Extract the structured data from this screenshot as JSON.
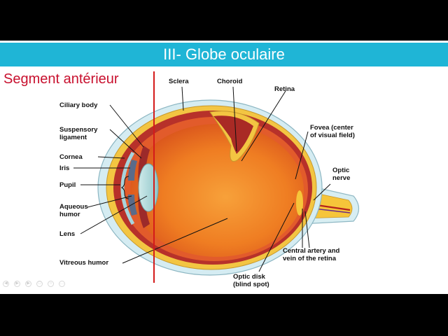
{
  "slide": {
    "title": "III- Globe oculaire",
    "section_label": "Segment antérieur"
  },
  "labels": {
    "ciliary_body": "Ciliary body",
    "suspensory_1": "Suspensory",
    "suspensory_2": "ligament",
    "cornea": "Cornea",
    "iris": "Iris",
    "pupil": "Pupil",
    "aqueous_1": "Aqueous",
    "aqueous_2": "humor",
    "lens": "Lens",
    "vitreous": "Vitreous humor",
    "sclera": "Sclera",
    "choroid": "Choroid",
    "retina": "Retina",
    "fovea_1": "Fovea (center",
    "fovea_2": "of visual field)",
    "optic_nerve_1": "Optic",
    "optic_nerve_2": "nerve",
    "artery_1": "Central artery and",
    "artery_2": "vein of the retina",
    "disk_1": "Optic disk",
    "disk_2": "(blind spot)"
  },
  "colors": {
    "title_bar": "#1fb5d6",
    "section_label": "#c8102e",
    "cut_line": "#d41a1a"
  },
  "player_controls": [
    "prev-icon",
    "play-icon",
    "next-icon",
    "copy-icon",
    "zoom-icon",
    "more-icon"
  ]
}
